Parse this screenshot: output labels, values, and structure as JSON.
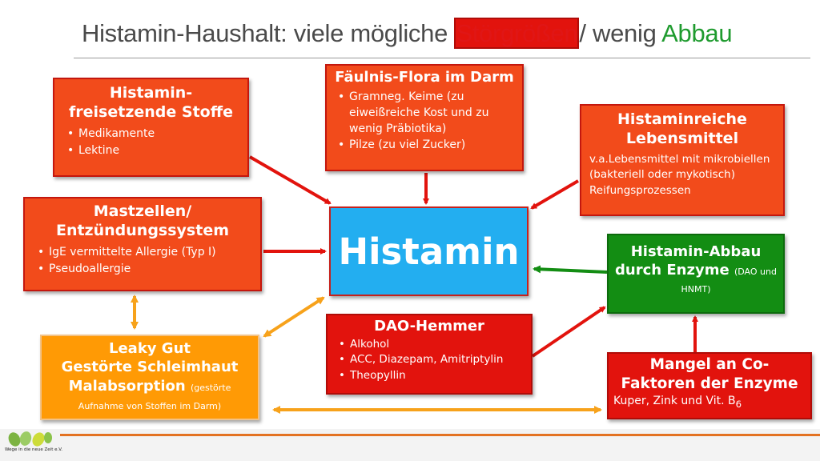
{
  "title": {
    "part1": "Histamin-Haushalt: viele mögliche ",
    "part2": "Störgrößen",
    "part3": "/ wenig ",
    "part4": "Abbau"
  },
  "boxes": {
    "release": {
      "head": "Histamin-\nfreisetzende Stoffe",
      "items": [
        "Medikamente",
        "Lektine"
      ]
    },
    "faeulnis": {
      "head": "Fäulnis-Flora im Darm",
      "items": [
        "Gramneg. Keime (zu eiweißreiche Kost und zu wenig Präbiotika)",
        "Pilze (zu viel Zucker)"
      ]
    },
    "reich": {
      "head": "Histaminreiche\nLebensmittel",
      "body": "v.a.Lebensmittel  mit mikrobiellen (bakteriell oder mykotisch) Reifungsprozessen"
    },
    "mast": {
      "head": "Mastzellen/\nEntzündungssystem",
      "items": [
        "IgE vermittelte Allergie (Typ I)",
        "Pseudoallergie"
      ]
    },
    "histamin": {
      "head": "Histamin"
    },
    "abbau": {
      "head": "Histamin-Abbau durch Enzyme",
      "small": "(DAO und HNMT)"
    },
    "dao": {
      "head": "DAO-Hemmer",
      "items": [
        "Alkohol",
        "ACC, Diazepam, Amitriptylin",
        "Theopyllin"
      ]
    },
    "leaky": {
      "line1": "Leaky Gut",
      "line2": "Gestörte Schleimhaut",
      "line3": "Malabsorption",
      "small": "(gestörte Aufnahme von Stoffen im Darm)"
    },
    "mangel": {
      "head": "Mangel an Co-\nFaktoren der Enzyme",
      "cofactors": "Kuper, Zink und Vit. B",
      "cofactors_sub": "6"
    }
  },
  "footer": {
    "logo_text": "Wege in die neue Zeit e.V."
  },
  "colors": {
    "orange_red": "#f24b1b",
    "red": "#e2130d",
    "orange": "#ff9a05",
    "green": "#138d13",
    "blue": "#23aef0",
    "title_red": "#e01616",
    "title_green": "#1f9b2f"
  }
}
